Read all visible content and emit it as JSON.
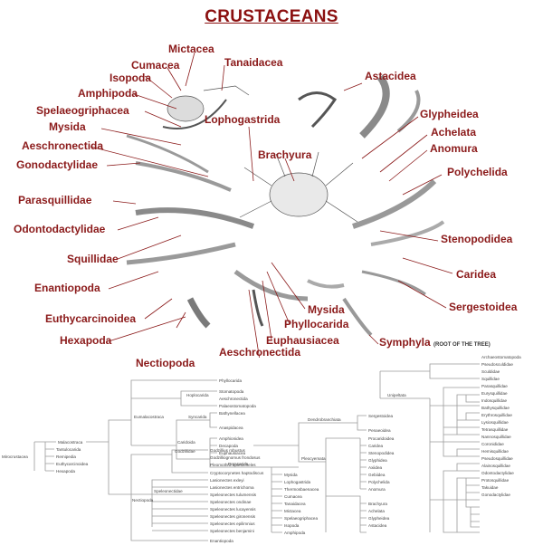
{
  "title": "CRUSTACEANS",
  "callouts": [
    "Mictacea",
    "Tanaidacea",
    "Cumacea",
    "Isopoda",
    "Amphipoda",
    "Spelaeogriphacea",
    "Mysida",
    "Aeschronectida",
    "Gonodactylidae",
    "Parasquillidae",
    "Odontodactylidae",
    "Squillidae",
    "Enantiopoda",
    "Euthycarcinoidea",
    "Hexapoda",
    "Nectiopoda",
    "Lophogastrida",
    "Brachyura",
    "Astacidea",
    "Glypheidea",
    "Achelata",
    "Anomura",
    "Polychelida",
    "Stenopodidea",
    "Caridea",
    "Sergestoidea",
    "Mysida",
    "Phyllocarida",
    "Euphausiacea",
    "Aeschronectida",
    "Symphyla"
  ],
  "symphyla_note": "(ROOT OF THE TREE)",
  "tree": {
    "root": "Mirocrustacea",
    "root_children": [
      "Malacostraca",
      "Tantulocarida",
      "Remipedia",
      "Euthycarcinoidea",
      "Hexapoda"
    ],
    "eumalacostraca": "Eumalacostraca",
    "hoplocarida": "Hoplocarida",
    "hoplo_leaves": [
      "Stomatopoda",
      "Aeschronectida",
      "Palaeostomatopoda"
    ],
    "top_leaf": "Phyllocarida",
    "caridoida": "Caridoida",
    "syncarida": "Syncarida",
    "syncarida_leaves": [
      "Bathynellacea",
      "Anaspidacea"
    ],
    "caridoida_leaves": [
      "Amphionidea",
      "Decapoda",
      "Euphausiacea"
    ],
    "peracarida": "Peracarida",
    "dendro": "Dendrobranchiata",
    "dendro_leaves": [
      "Sergestoidea",
      "Penaeoidea"
    ],
    "pleocyemata": "Pleocyemata",
    "pleo_leaves": [
      "Procaridoidea",
      "Caridea",
      "Stenopodidea",
      "Glyphidea",
      "Axiidea",
      "Gebiidea",
      "Polychelida",
      "Anomura",
      "Brachyura",
      "Achelata",
      "Glypheidea",
      "Astacidea"
    ],
    "perac_leaves": [
      "Mysida",
      "Lophogastrida",
      "Thermosbaenacea",
      "Cumacea",
      "Tanaidacea",
      "Mictacea",
      "Spelaeogriphacea",
      "Isopoda",
      "Amphipoda"
    ],
    "nectiopoda": "Nectiopoda",
    "godzillidae": "Godzillidae",
    "godz_leaves": [
      "Godzillius robustus",
      "Godzilliognomus frondosus",
      "Pleomothra apletocheles"
    ],
    "cryptocorynetes": "Cryptocorynetes haptodiscus",
    "speleonectidae": "Speleonectidae",
    "spel_leaves": [
      "Lasionectes exleyi",
      "Lasionectes entrichoma",
      "Speleonectes tulumensis",
      "Speleonectes ondinae",
      "Speleonectes lucayensis",
      "Speleonectes gironensis",
      "Speleonectes epilimnius",
      "Speleonectes benjamini"
    ],
    "enantiopoda": "Enantiopoda",
    "unipeltata": "Unipeltata",
    "unip_leaves": [
      "Archaeostomatopoda",
      "Pseudosculdidae",
      "Sculdidae",
      "Squillidae",
      "Parasquillidae",
      "Eurysquillidae",
      "Indosquillidae",
      "Bathysquillidae",
      "Erythrosquillidae",
      "Lysiosquillidae",
      "Tetrasquillidae",
      "Nannosquillidae",
      "Coronididae",
      "Hemisquillidae",
      "Pseudosquillidae",
      "Alainosquillidae",
      "Odontodactylidae",
      "Protosquillidae",
      "Takuidae",
      "Gonodactylidae"
    ]
  }
}
